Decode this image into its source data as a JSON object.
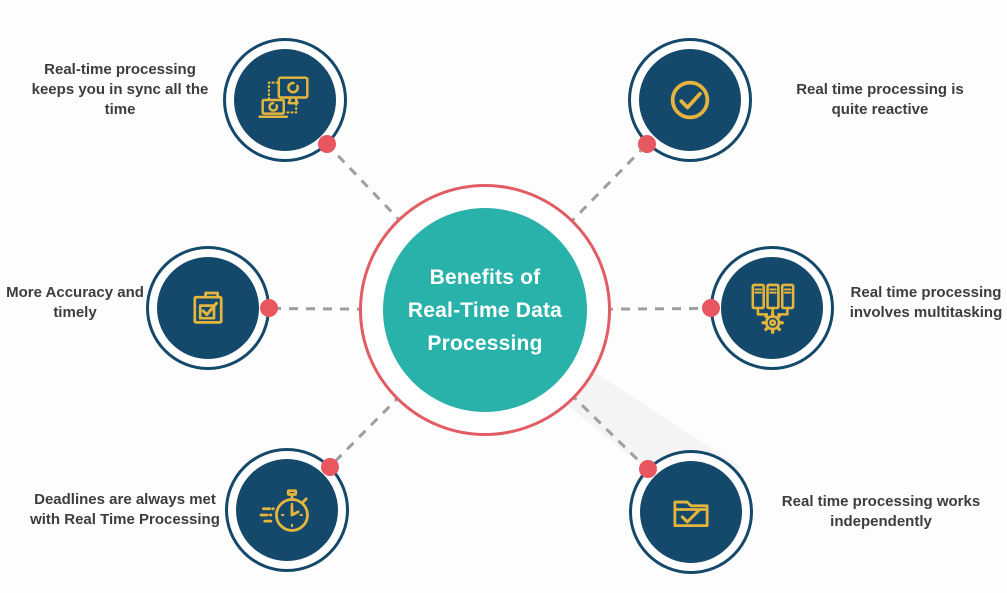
{
  "center": {
    "title_lines": [
      "Benefits of",
      "Real-Time Data",
      "Processing"
    ],
    "title": "Benefits of Real-Time Data Processing"
  },
  "colors": {
    "teal": "#29b2a9",
    "navy": "#14496b",
    "gold": "#e6b53c",
    "coral_ring": "#e25c63",
    "coral_dot": "#e85660",
    "dashed_line": "#9e9e9e",
    "label_text": "#3d3d3d"
  },
  "nodes": [
    {
      "position": "top-left",
      "icon": "devices-sync-icon",
      "label": "Real-time processing keeps you in sync all the time"
    },
    {
      "position": "top-right",
      "icon": "check-circle-icon",
      "label": "Real time processing is quite reactive"
    },
    {
      "position": "middle-left",
      "icon": "clipboard-check-icon",
      "label": "More Accuracy and timely"
    },
    {
      "position": "middle-right",
      "icon": "servers-gear-icon",
      "label": "Real time processing involves multitasking"
    },
    {
      "position": "bottom-left",
      "icon": "stopwatch-icon",
      "label": "Deadlines are always met with Real Time Processing"
    },
    {
      "position": "bottom-right",
      "icon": "folder-check-icon",
      "label": "Real time processing works independently"
    }
  ]
}
